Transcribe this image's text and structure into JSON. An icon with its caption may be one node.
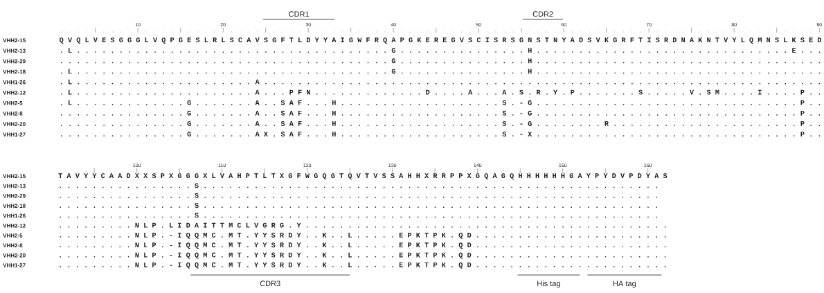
{
  "diagram": {
    "labels": [
      "CDR1",
      "CDR2",
      "10",
      "20",
      "30",
      "40",
      "50",
      "60",
      "70",
      "80",
      "90",
      "VHH2-15",
      "Q V Q L V E S G G G L V Q P G E S L R L S C A V S G F T L D Y Y A I G W F R Q A P G K E R E G V S C I S R S G N S T N Y A D S V K G R F T I S R D N A K N T V Y L Q M N S L K S E D",
      "VHH2-13",
      ". L . . . . . . . . . . . . . . . . . . . . . . . . . . . . . . . . . . . . . G . . . . . . . . . . . . . . . H . . . . . . . . . . . . . . . . . . . . . . . . . . . . . . E . . .",
      "VHH2-29",
      ". . . . . . . . . . . . . . . . . . . . . . . . . . . . . . . . . . . . . . . G . . . . . . . . . . . . . . . H . . . . . . . . . . . . . . . . . . . . . . . . . . . . . . . . . .",
      "VHH2-18",
      ". L . . . . . . . . . . . . . . . . . . . . . . . . . . . . . . . . . . . . . G . . . . . . . . . . . . . . . H . . . . . . . . . . . . . . . . . . . . . . . . . . . . . . . . . .",
      "VHH1-26",
      ". L . . . . . . . . . . . . . . . . . . . . . A . . . . . . . . . . . . . . . . . . . . . . . . . . . . . . . . . . . . . . . . . . . . . . . . . . . . . . . . . . . . . . . . . .",
      "VHH2-12",
      ". L . . . . . . . . . . . . . . . . . . . . . A . . . P F N . . . . . . . . . . . . . D . . . . A . . . A . S . R . Y . P . . . . . . . S . . . . . V . S M . . . . I . . . . P . .",
      "VHH2-5",
      ". L . . . . . . . . . . . . . G . . . . . . . A . . S A F . . . H . . . . . . . . . . . . . . . . . . . S . - G . . . . . . . . . . . . . . . . . . . . . . . . . . . . . . . P . .",
      "VHH2-8",
      ". . . . . . . . . . . . . . . G . . . . . . . A . . S A F . . . H . . . . . . . . . . . . . . . . . . . S . - G . . . . . . . . . . . . . . . . . . . . . . . . . . . . . . . P . .",
      "VHH2-20",
      ". . . . . . . . . . . . . . . G . . . . . . . A . . S A F . . . H . . . . . . . . . . . . . . . . . . . S . - G . . . . . . . . R . . . . . . . . . . . . . . . . . . . . . . P . .",
      "VHH1-27",
      ". . . . . . . . . . . . . . . G . . . . . . . A X . S A F . . . H . . . . . . . . . . . . . . . . . . . S . - X . . . . . . . . . . . . . . . . . . . . . . . . . . . . . . . P . .",
      "100",
      "110",
      "120",
      "130",
      "140",
      "150",
      "160",
      "VHH2-15",
      "T A V Y Y C A A D X X S P X G G G X L V A H P T L T X G F W G Q G T Q V T V S S A H H X R R P P X G Q A G Q H H H H H H G A Y P Y D V P D Y A S",
      "VHH2-13",
      ". . . . . . . . . . . . . . . . S . . . . . . . . . . . . . . . . . . . . . . . . . . . . . . . . . . . . . . . . . . . . . . . . . . . . . .",
      "VHH2-29",
      ". . . . . . . . . . . . . . . . S . . . . . . . . . . . . . . . . . . . . . . . . . . . . . . . . . . . . . . . . . . . . . . . . . . . . . .",
      "VHH2-18",
      ". . . . . . . . . . . . . . . . S . . . . . . . . . . . . . . . . . . . . . . . . . . . . . . . . . . . . . . . . . . . . . . . . . . . . . .",
      "VHH1-26",
      ". . . . . . . . . . . . . . . . S . . . . . . . . . . . . . . . . . . . . . . . . . . . . . . . . . . . . . . . . . . . . . . . . . . . . . .",
      "VHH2-12",
      ". . . . . . . . . N L P . L I D A I T T M C L V G R G . Y . . . . . . . . . . . . . . . . . . . . . . . . . . . . . . . . . . . . . . . . . . .",
      "VHH2-5",
      ". . . . . . . . . N L P . - I Q Q M C . M T . Y Y S R D Y . . K . . L . . . . . E P K T P K . Q D . . . . . . . . . . . . . . . . . . . . . . .",
      "VHH2-8",
      ". . . . . . . . . N L P . - I Q Q M C . M T . Y Y S R D Y . . K . . L . . . . . E P K T P K . Q D . . . . . . . . . . . . . . . . . . . . . . .",
      "VHH2-20",
      ". . . . . . . . . N L P . - I Q Q M C . M T . Y Y S R D Y . . K . . L . . . . . E P K T P K . Q D . . . . . . . . . . . . . . . . . . . . . . .",
      "VHH1-27",
      ". . . . . . . . . N L P . - I Q Q M C . M T . Y Y S R D Y . . K . . L . . . . . E P K T P K . Q D . . . . . . . . . . . . . . . . . . . . . . .",
      "CDR3",
      "His tag",
      "HA tag"
    ]
  }
}
